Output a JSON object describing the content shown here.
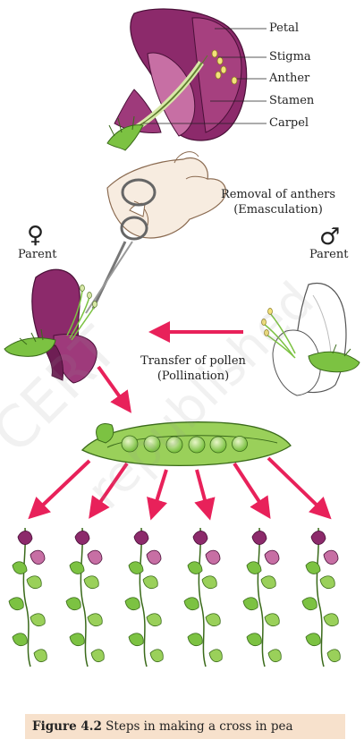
{
  "labels": {
    "petal": "Petal",
    "stigma": "Stigma",
    "anther": "Anther",
    "stamen": "Stamen",
    "carpel": "Carpel",
    "emasculation_line1": "Removal of anthers",
    "emasculation_line2": "(Emasculation)",
    "female_symbol": "♀",
    "male_symbol": "♂",
    "female_parent": "Parent",
    "male_parent": "Parent",
    "pollination_line1": "Transfer of pollen",
    "pollination_line2": "(Pollination)"
  },
  "caption": {
    "figure_label": "Figure 4.2",
    "text": " Steps in making a cross in pea"
  },
  "watermark": {
    "line1": "CERT",
    "line2": "republished"
  },
  "colors": {
    "petal_purple": "#8c2a6b",
    "petal_light": "#c76fa4",
    "leaf_green": "#7cc242",
    "arrow_red": "#e8215a",
    "caption_bg": "#f7e1cc"
  }
}
